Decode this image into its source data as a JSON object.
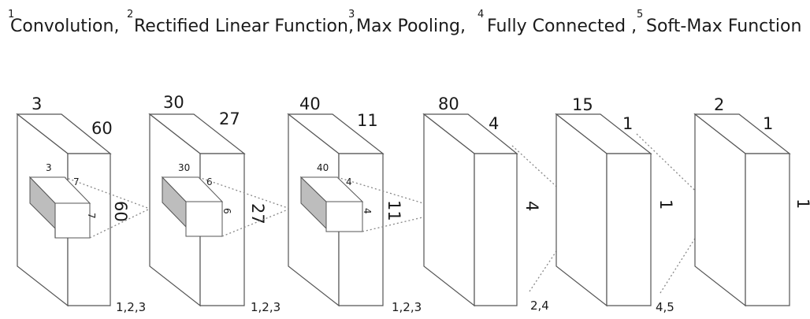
{
  "legend": [
    {
      "num": "1",
      "label": "Convolution,"
    },
    {
      "num": "2",
      "label": "Rectified Linear Function,"
    },
    {
      "num": "3",
      "label": "Max  Pooling,"
    },
    {
      "num": "4",
      "label": "Fully Connected ,"
    },
    {
      "num": "5",
      "label": "Soft-Max Function"
    }
  ],
  "layers": [
    {
      "depth": "3",
      "width": "60",
      "height": "60",
      "kernel_depth": "3",
      "kernel_w": "7",
      "kernel_h": "7",
      "ops": "1,2,3"
    },
    {
      "depth": "30",
      "width": "27",
      "height": "27",
      "kernel_depth": "30",
      "kernel_w": "6",
      "kernel_h": "6",
      "ops": "1,2,3"
    },
    {
      "depth": "40",
      "width": "11",
      "height": "11",
      "kernel_depth": "40",
      "kernel_w": "4",
      "kernel_h": "4",
      "ops": "1,2,3"
    },
    {
      "depth": "80",
      "width": "4",
      "height": "4",
      "ops": "2,4"
    },
    {
      "depth": "15",
      "width": "1",
      "height": "1",
      "ops": "4,5"
    },
    {
      "depth": "2",
      "width": "1",
      "height": "1"
    }
  ]
}
